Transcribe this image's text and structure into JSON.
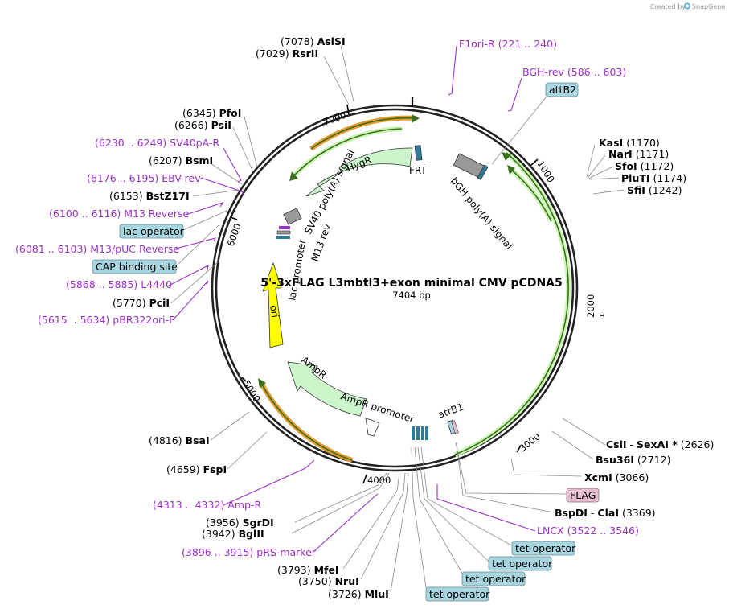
{
  "watermark": {
    "prefix": "Created by",
    "brand": "SnapGene"
  },
  "plasmid": {
    "name": "5'-3xFLAG L3mbtl3+exon minimal CMV pCDNA5",
    "size": "7404 bp"
  },
  "ticks": [
    "1000",
    "2000",
    "3000",
    "4000",
    "5000",
    "6000",
    "7000"
  ],
  "enzymes": [
    {
      "pos": "(7078)",
      "name": "AsiSI"
    },
    {
      "pos": "(7029)",
      "name": "RsrII"
    },
    {
      "pos": "(6345)",
      "name": "PfoI"
    },
    {
      "pos": "(6266)",
      "name": "PsiI"
    },
    {
      "pos": "(6207)",
      "name": "BsmI"
    },
    {
      "pos": "(6153)",
      "name": "BstZ17I"
    },
    {
      "pos": "(5770)",
      "name": "PciI"
    },
    {
      "pos": "(1170)",
      "name": "KasI"
    },
    {
      "pos": "(1171)",
      "name": "NarI"
    },
    {
      "pos": "(1172)",
      "name": "SfoI"
    },
    {
      "pos": "(1174)",
      "name": "PluTI"
    },
    {
      "pos": "(1242)",
      "name": "SfiI"
    },
    {
      "pos": "(2626)",
      "name": "CsiI",
      "extra": "SexAI *"
    },
    {
      "pos": "(2712)",
      "name": "Bsu36I"
    },
    {
      "pos": "(3066)",
      "name": "XcmI"
    },
    {
      "pos": "(3369)",
      "name": "BspDI",
      "extra": "ClaI"
    },
    {
      "pos": "(4816)",
      "name": "BsaI"
    },
    {
      "pos": "(4659)",
      "name": "FspI"
    },
    {
      "pos": "(3956)",
      "name": "SgrDI"
    },
    {
      "pos": "(3942)",
      "name": "BglII"
    },
    {
      "pos": "(3793)",
      "name": "MfeI"
    },
    {
      "pos": "(3750)",
      "name": "NruI"
    },
    {
      "pos": "(3726)",
      "name": "MluI"
    }
  ],
  "primers": [
    {
      "name": "F1ori-R",
      "range": "(221 .. 240)"
    },
    {
      "name": "BGH-rev",
      "range": "(586 .. 603)"
    },
    {
      "name": "SV40pA-R",
      "range": "(6230 .. 6249)"
    },
    {
      "name": "EBV-rev",
      "range": "(6176 .. 6195)"
    },
    {
      "name": "M13 Reverse",
      "range": "(6100 .. 6116)"
    },
    {
      "name": "M13/pUC Reverse",
      "range": "(6081 .. 6103)"
    },
    {
      "name": "L4440",
      "range": "(5868 .. 5885)"
    },
    {
      "name": "pBR322ori-F",
      "range": "(5615 .. 5634)"
    },
    {
      "name": "Amp-R",
      "range": "(4313 .. 4332)"
    },
    {
      "name": "pRS-marker",
      "range": "(3896 .. 3915)"
    },
    {
      "name": "LNCX",
      "range": "(3522 .. 3546)"
    }
  ],
  "boxed_features": [
    {
      "label": "attB2",
      "color": "#a7d5e0"
    },
    {
      "label": "lac operator",
      "color": "#a7d5e0"
    },
    {
      "label": "CAP binding site",
      "color": "#a7d5e0"
    },
    {
      "label": "FLAG",
      "color": "#e6bcd0"
    },
    {
      "label": "tet operator",
      "color": "#a7d5e0"
    },
    {
      "label": "tet operator",
      "color": "#a7d5e0"
    },
    {
      "label": "tet operator",
      "color": "#a7d5e0"
    },
    {
      "label": "tet operator",
      "color": "#a7d5e0"
    }
  ],
  "features": [
    {
      "label": "HygR",
      "color": "#ccf5cc"
    },
    {
      "label": "FRT",
      "color": "#2e7c95"
    },
    {
      "label": "SV40 poly(A) signal",
      "color": "#999999"
    },
    {
      "label": "bGH poly(A) signal",
      "color": "#999999"
    },
    {
      "label": "M13 rev",
      "color": "#999999"
    },
    {
      "label": "lac promoter",
      "color": "#ffffff"
    },
    {
      "label": "ori",
      "color": "#ffff00"
    },
    {
      "label": "AmpR",
      "color": "#ccf5cc"
    },
    {
      "label": "AmpR promoter",
      "color": "#ffffff"
    },
    {
      "label": "attB1",
      "color": "#a7d5e0"
    }
  ],
  "colors": {
    "orf_outline": "#e59a2e",
    "orf_line": "#3b6e1d",
    "primer": "#9b30c8",
    "orf_halo": "#c8f5b0"
  }
}
